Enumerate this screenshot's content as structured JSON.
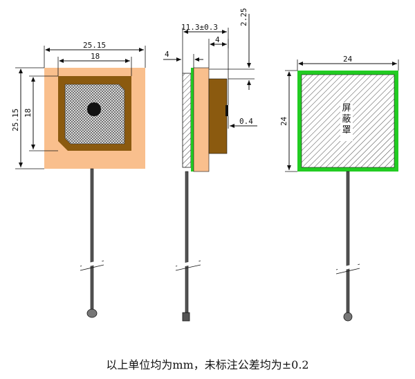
{
  "front_view": {
    "dim_outer_w": "25.15",
    "dim_inner_w": "18",
    "dim_outer_h": "25.15",
    "dim_inner_h": "18"
  },
  "side_view": {
    "dim_total": "11.3±0.3",
    "dim_top": "2.25",
    "dim_4_left": "4",
    "dim_4_right": "4",
    "dim_04": "0.4"
  },
  "back_view": {
    "dim_w": "24",
    "dim_h": "24",
    "shield_label": "屏蔽罩"
  },
  "footer_note": "以上单位均为mm，未标注公差均为±0.2",
  "colors": {
    "substrate": "#f9bf8d",
    "patch_frame": "#8b5a0f",
    "patch_fill": "#b8b8b8",
    "shield_green": "#22cc22",
    "cable": "#555555"
  }
}
